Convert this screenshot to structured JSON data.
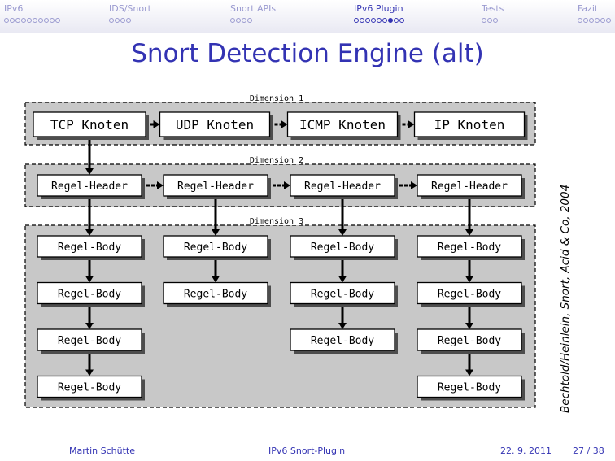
{
  "nav": {
    "sections": [
      {
        "label": "IPv6",
        "dots": 10,
        "filled": -1,
        "active": false
      },
      {
        "label": "IDS/Snort",
        "dots": 4,
        "filled": -1,
        "active": false
      },
      {
        "label": "Snort APIs",
        "dots": 4,
        "filled": -1,
        "active": false
      },
      {
        "label": "IPv6 Plugin",
        "dots": 9,
        "filled": 6,
        "active": true
      },
      {
        "label": "Tests",
        "dots": 3,
        "filled": -1,
        "active": false
      },
      {
        "label": "Fazit",
        "dots": 6,
        "filled": -1,
        "active": false
      }
    ]
  },
  "slide": {
    "title": "Snort Detection Engine (alt)"
  },
  "diagram": {
    "dimension_labels": [
      "Dimension 1",
      "Dimension 2",
      "Dimension 3"
    ],
    "nodes": [
      "TCP Knoten",
      "UDP Knoten",
      "ICMP Knoten",
      "IP Knoten"
    ],
    "header_label": "Regel-Header",
    "body_label": "Regel-Body",
    "header_count": 4,
    "bodies_per_column": [
      4,
      2,
      3,
      4
    ]
  },
  "citation": "Bechtold/Heinlein, Snort, Acid & Co, 2004",
  "footer": {
    "author": "Martin Schütte",
    "talk": "IPv6 Snort-Plugin",
    "date": "22. 9. 2011",
    "page": "27 / 38"
  },
  "colors": {
    "accent": "#3333b3",
    "nav_inactive": "#9a9ad0",
    "panel_fill": "#c8c8c8",
    "box_shadow": "#4d4d4d"
  }
}
